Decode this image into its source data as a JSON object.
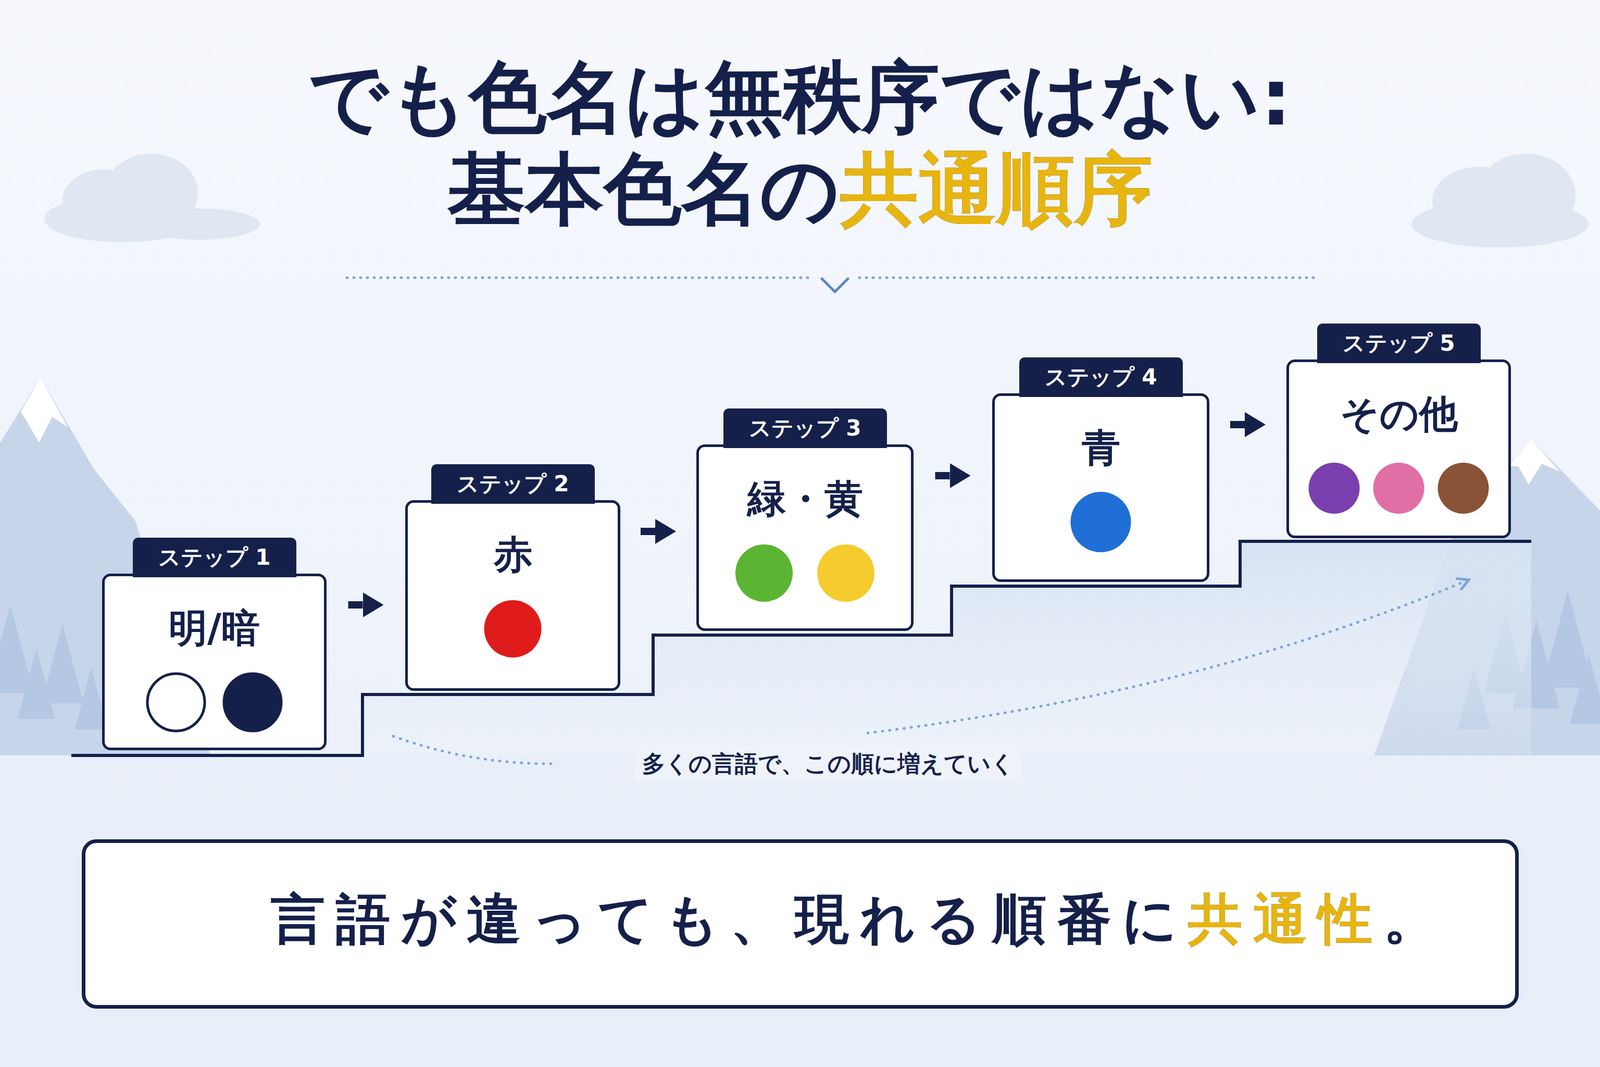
{
  "diagram": {
    "title": "でも色名は無秩序ではない: 基本色名の共通順序",
    "nodes": [
      {
        "text": [
          "ステップ 1",
          "明/暗"
        ]
      },
      {
        "text": [
          "ステップ 2",
          "赤"
        ]
      },
      {
        "text": [
          "ステップ 3",
          "緑・黄"
        ]
      },
      {
        "text": [
          "ステップ 4",
          "青"
        ]
      },
      {
        "text": [
          "ステップ 5",
          "その他"
        ]
      },
      {
        "text": [
          "言語が違っても、現れる順番に共通性。"
        ]
      }
    ],
    "edges": [
      {
        "from": 0,
        "to": 1,
        "arrow": "to"
      },
      {
        "from": 1,
        "to": 2,
        "arrow": "to"
      },
      {
        "from": 2,
        "to": 3,
        "arrow": "to"
      },
      {
        "from": 3,
        "to": 4,
        "arrow": "to"
      }
    ],
    "labels": [
      "多くの言語で、この順に増えていく"
    ]
  }
}
